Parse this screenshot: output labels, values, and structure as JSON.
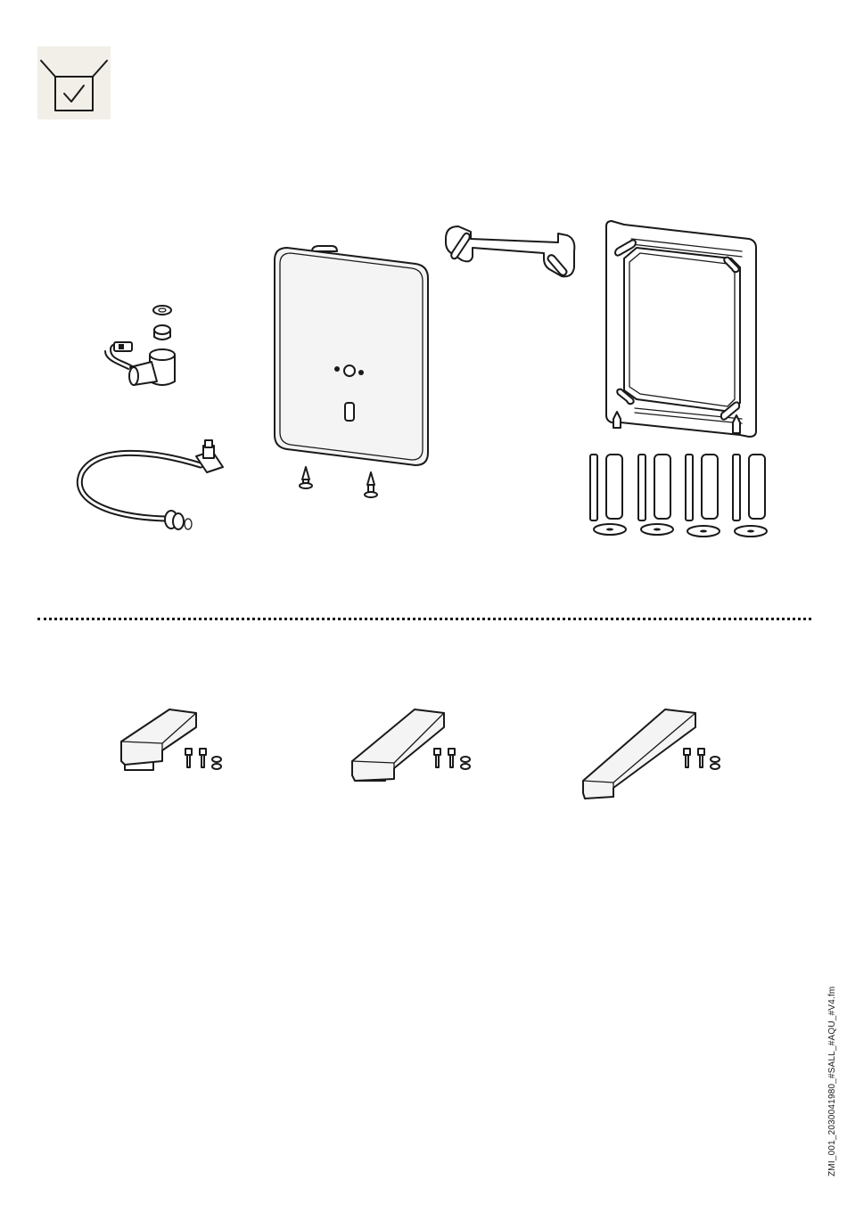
{
  "page": {
    "file_reference": "ZMI_001_2030041980_#SALL_#AQU_#V4.fm"
  },
  "icons": {
    "header": "package-contents-checkbox-icon"
  },
  "parts_top": [
    "angle-valve-with-connector",
    "connection-hose",
    "cover-plate",
    "fixing-screw",
    "mounting-bracket",
    "mounting-frame",
    "threaded-rods-sleeves-washers"
  ],
  "parts_bottom": [
    "spout-short-with-screws",
    "spout-medium-with-screws",
    "spout-long-with-screws"
  ]
}
